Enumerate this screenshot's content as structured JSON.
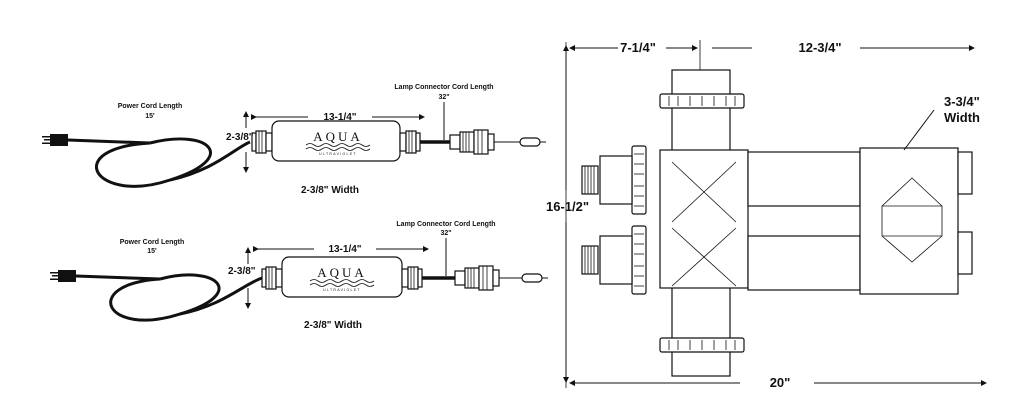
{
  "colors": {
    "ink": "#111111",
    "paper": "#ffffff"
  },
  "sterilizer_a": {
    "power_cord_label": "Power Cord Length",
    "power_cord_length": "15'",
    "body_length": "13-1/4\"",
    "body_height": "2-3/8\"",
    "body_width": "2-3/8\" Width",
    "lamp_cord_label": "Lamp Connector Cord Length",
    "lamp_cord_length": "32\"",
    "brand_name": "AQUA",
    "brand_sub": "ULTRAVIOLET"
  },
  "sterilizer_b": {
    "power_cord_label": "Power Cord Length",
    "power_cord_length": "15'",
    "body_length": "13-1/4\"",
    "body_height": "2-3/8\"",
    "body_width": "2-3/8\" Width",
    "lamp_cord_label": "Lamp Connector Cord Length",
    "lamp_cord_length": "32\"",
    "brand_name": "AQUA",
    "brand_sub": "ULTRAVIOLET"
  },
  "manifold": {
    "top_left_dim": "7-1/4\"",
    "top_right_dim": "12-3/4\"",
    "height_dim": "16-1/2\"",
    "width_dim_value": "3-3/4\"",
    "width_dim_word": "Width",
    "bottom_dim": "20\""
  }
}
